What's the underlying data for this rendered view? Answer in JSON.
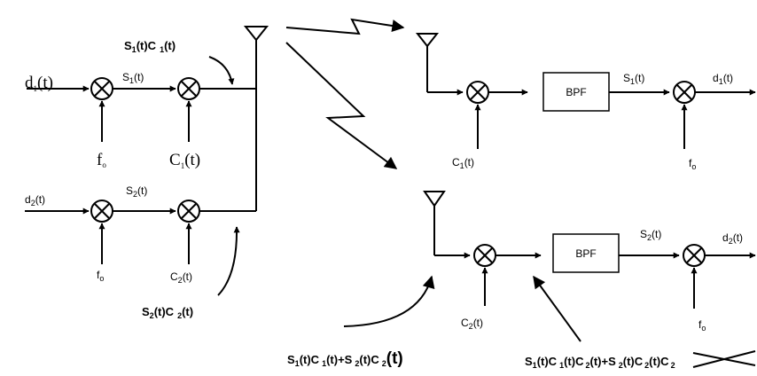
{
  "transmitter": {
    "d1": "d",
    "d1_sub": "1",
    "d1_tail": "(t)",
    "s1": "S",
    "s1_sub": "1",
    "s1_tail": "(t)",
    "fo_top": "f",
    "fo_top_sub": "o",
    "c1": "C",
    "c1_sub": "1",
    "c1_tail": "(t)",
    "s1c1_a": "S",
    "s1c1_sub1": "1",
    "s1c1_b": "(t)C",
    "s1c1_sub2": "1",
    "s1c1_c": "(t)",
    "d2": "d",
    "d2_sub": "2",
    "d2_tail": "(t)",
    "s2": "S",
    "s2_sub": "2",
    "s2_tail": "(t)",
    "fo_bot": "f",
    "fo_bot_sub": "o",
    "c2": "C",
    "c2_sub": "2",
    "c2_tail": "(t)",
    "s2c2_a": "S",
    "s2c2_sub1": "2",
    "s2c2_b": "(t)C",
    "s2c2_sub2": "2",
    "s2c2_c": "(t)"
  },
  "receiver1": {
    "c1": "C",
    "c1_sub": "1",
    "c1_tail": "(t)",
    "bpf": "BPF",
    "s1": "S",
    "s1_sub": "1",
    "s1_tail": "(t)",
    "d1": "d",
    "d1_sub": "1",
    "d1_tail": "(t)",
    "fo": "f",
    "fo_sub": "o"
  },
  "receiver2": {
    "c2": "C",
    "c2_sub": "2",
    "c2_tail": "(t)",
    "bpf": "BPF",
    "s2": "S",
    "s2_sub": "2",
    "s2_tail": "(t)",
    "d2": "d",
    "d2_sub": "2",
    "d2_tail": "(t)",
    "fo": "f",
    "fo_sub": "o"
  },
  "bottom": {
    "sum_a": "S",
    "sum_s1": "1",
    "sum_b": "(t)C",
    "sum_s2": "1",
    "sum_c": "(t)+S",
    "sum_s3": "2",
    "sum_d": "(t)C",
    "sum_s4": "2",
    "sum_e": "(t)",
    "prod_a": "S",
    "prod_s1": "1",
    "prod_b": "(t)C",
    "prod_s2": "1",
    "prod_c": "(t)C",
    "prod_s3": "2",
    "prod_d": "(t)+S",
    "prod_s4": "2",
    "prod_e": "(t)C",
    "prod_s5": "2",
    "prod_f": "(t)C",
    "prod_s6": "2"
  }
}
